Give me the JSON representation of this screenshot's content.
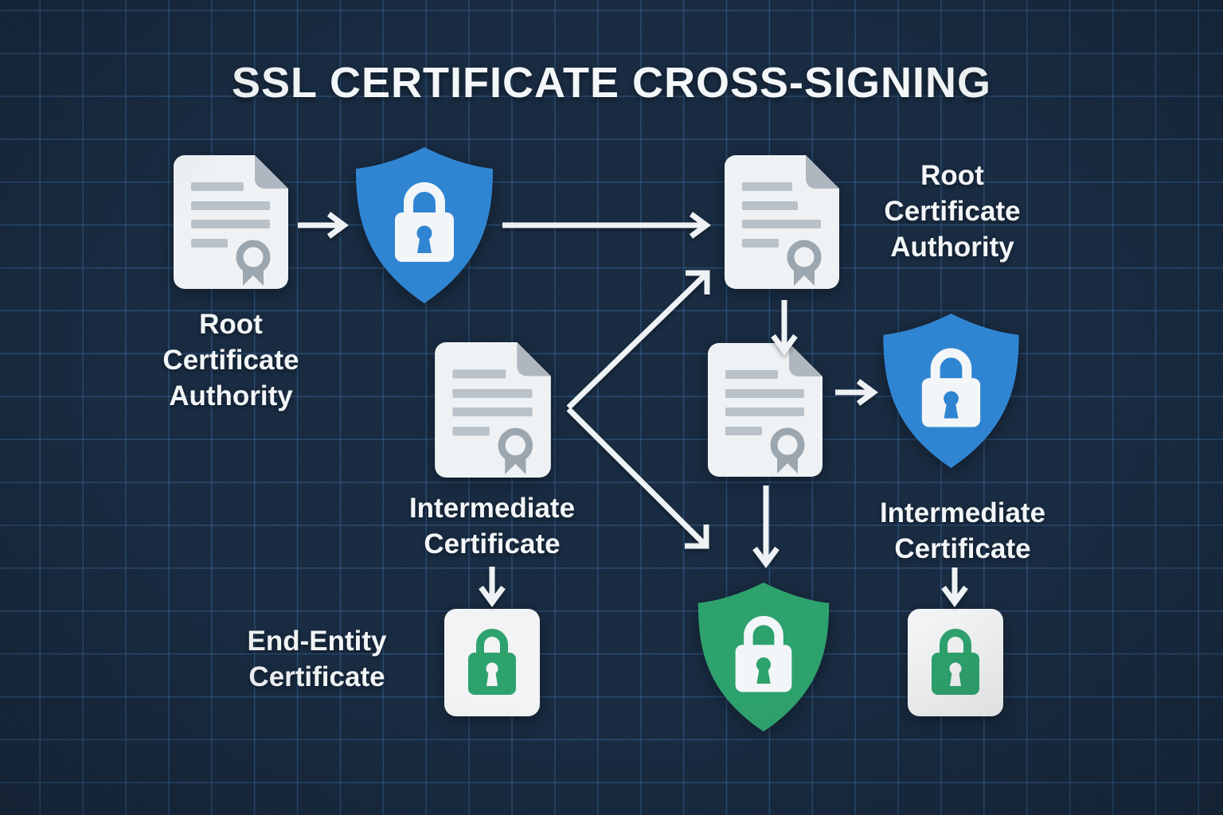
{
  "title": "SSL CERTIFICATE CROSS-SIGNING",
  "labels": {
    "root_ca_left": {
      "line1": "Root",
      "line2": "Certificate",
      "line3": "Authority"
    },
    "root_ca_right": {
      "line1": "Root",
      "line2": "Certificate",
      "line3": "Authority"
    },
    "intermediate_left": {
      "line1": "Intermediate",
      "line2": "Certificate"
    },
    "intermediate_right": {
      "line1": "Intermediate",
      "line2": "Certificate"
    },
    "end_entity": {
      "line1": "End-Entity",
      "line2": "Certificate"
    }
  },
  "nodes": [
    {
      "id": "root-certificate-left",
      "icon": "certificate-document-icon"
    },
    {
      "id": "signing-shield-left",
      "icon": "shield-lock-icon",
      "color": "blue"
    },
    {
      "id": "root-certificate-right",
      "icon": "certificate-document-icon"
    },
    {
      "id": "intermediate-certificate",
      "icon": "certificate-document-icon"
    },
    {
      "id": "cross-signed-certificate",
      "icon": "certificate-document-icon"
    },
    {
      "id": "intermediate-shield-right",
      "icon": "shield-lock-icon",
      "color": "blue"
    },
    {
      "id": "end-entity-trust-shield",
      "icon": "shield-lock-icon",
      "color": "green"
    },
    {
      "id": "end-entity-padlock-left",
      "icon": "padlock-badge-icon"
    },
    {
      "id": "end-entity-padlock-right",
      "icon": "padlock-badge-icon"
    }
  ],
  "colors": {
    "background": "#11243B",
    "grid_line": "#3A76B2",
    "shield_blue": "#3085D2",
    "shield_green": "#2EA26D",
    "paper_white": "#EFF2F4",
    "paper_fold_gray": "#AEB7BF",
    "paper_line_gray": "#B9C1C9",
    "seal_gray": "#9CA6AF",
    "arrow_white": "#EEF2F4",
    "text_white": "#F3F6F8"
  }
}
